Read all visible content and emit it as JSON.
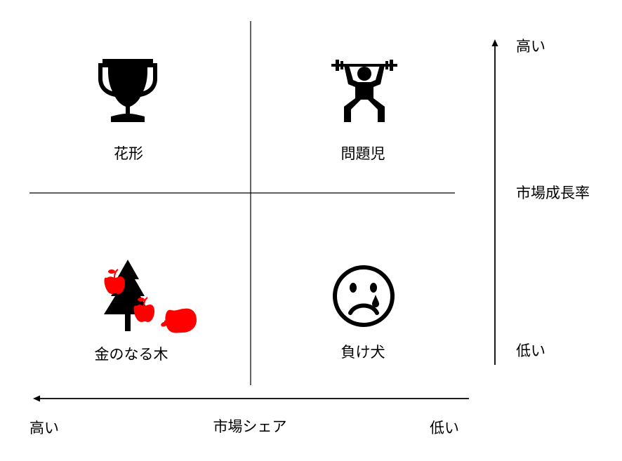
{
  "quadrants": {
    "top_left": {
      "label": "花形",
      "icon": "trophy-icon"
    },
    "top_right": {
      "label": "問題児",
      "icon": "weightlifter-icon"
    },
    "bottom_left": {
      "label": "金のなる木",
      "icon": "apple-tree-icon"
    },
    "bottom_right": {
      "label": "負け犬",
      "icon": "crying-face-icon"
    }
  },
  "y_axis": {
    "title": "市場成長率",
    "high_label": "高い",
    "low_label": "低い"
  },
  "x_axis": {
    "title": "市場シェア",
    "high_label": "高い",
    "low_label": "低い"
  },
  "colors": {
    "ink": "#000000",
    "apple": "#ff0000",
    "background": "#ffffff"
  }
}
